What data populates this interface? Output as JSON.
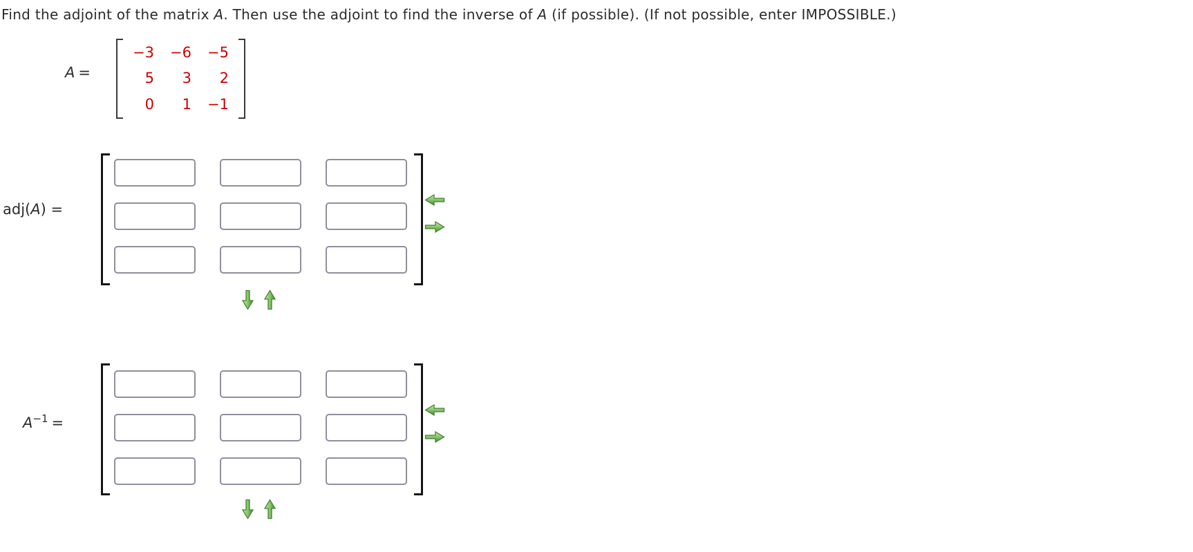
{
  "problem": {
    "statement_segments": [
      {
        "text": "Find the adjoint of the matrix "
      },
      {
        "text": "A",
        "italic": true
      },
      {
        "text": ". Then use the adjoint to find the inverse of "
      },
      {
        "text": "A",
        "italic": true
      },
      {
        "text": " (if possible). (If not possible, enter IMPOSSIBLE.)"
      }
    ]
  },
  "matrix_a": {
    "label_var": "A",
    "equals_sign": "=",
    "rows": [
      [
        "−3",
        "−6",
        "−5"
      ],
      [
        "5",
        "3",
        "2"
      ],
      [
        "0",
        "1",
        "−1"
      ]
    ],
    "value_color": "#cc0000"
  },
  "adjoint": {
    "label_prefix": "adj(",
    "label_var": "A",
    "label_suffix": ") =",
    "rows": 3,
    "cols": 3,
    "cell_values": [
      [
        "",
        "",
        ""
      ],
      [
        "",
        "",
        ""
      ],
      [
        "",
        "",
        ""
      ]
    ],
    "cell_placeholder": ""
  },
  "inverse": {
    "label_var": "A",
    "label_exponent": "−1",
    "equals_sign": "=",
    "rows": 3,
    "cols": 3,
    "cell_values": [
      [
        "",
        "",
        ""
      ],
      [
        "",
        "",
        ""
      ],
      [
        "",
        "",
        ""
      ]
    ],
    "cell_placeholder": ""
  },
  "icons": {
    "remove_column": "left-block-arrow-icon",
    "add_column": "right-block-arrow-icon",
    "add_row": "down-block-arrow-icon",
    "remove_row": "up-block-arrow-icon",
    "arrow_green_light": "#c4e8ab",
    "arrow_green_mid": "#8ecb6f",
    "arrow_green_dark": "#3f8c33",
    "arrow_green_stroke": "#4a7f3a"
  },
  "colors": {
    "text": "#2b2b2b",
    "matrix_value_red": "#cc0000",
    "input_border": "#908d9e",
    "bracket": "#151515",
    "background": "#ffffff"
  }
}
